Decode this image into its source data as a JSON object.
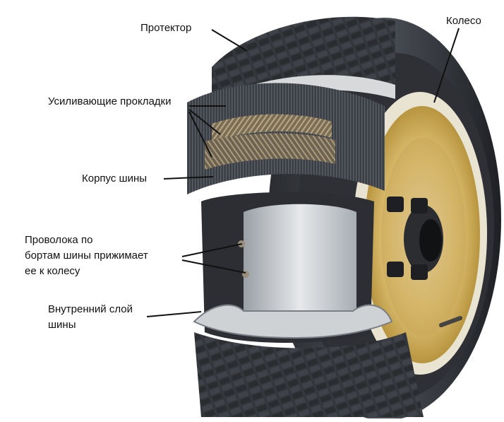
{
  "diagram": {
    "labels": {
      "tread": "Протектор",
      "wheel": "Колесо",
      "reinforcing_plies": "Усиливающие прокладки",
      "tire_body": "Корпус шины",
      "bead_wire_line1": "Проволока по",
      "bead_wire_line2": "бортам шины прижимает",
      "bead_wire_line3": "ее к колесу",
      "inner_liner_line1": "Внутренний слой",
      "inner_liner_line2": "шины"
    },
    "colors": {
      "rubber": "#3a3d42",
      "rubber_dark": "#202226",
      "rubber_light": "#6b6f76",
      "cord": "#8a7a5e",
      "rim_gold": "#d8b860",
      "rim_light": "#f2e6b8",
      "inner": "#d7dadc",
      "leader": "#111111"
    }
  }
}
